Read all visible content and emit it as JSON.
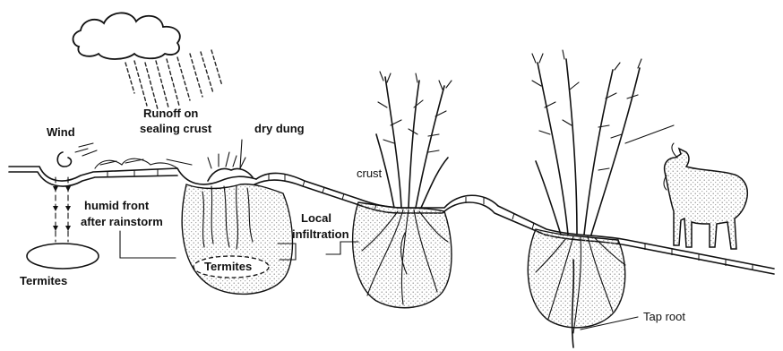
{
  "labels": {
    "wind": "Wind",
    "runoff_line1": "Runoff on",
    "runoff_line2": "sealing crust",
    "dry_dung": "dry dung",
    "crust": "crust",
    "humid_line1": "humid front",
    "humid_line2": "after rainstorm",
    "termites_left": "Termites",
    "termites_pit": "Termites",
    "local_line1": "Local",
    "local_line2": "infiltration",
    "tap_root": "Tap root"
  },
  "icons": [
    "rain-cloud-icon",
    "wind-swirl-icon",
    "goat-icon"
  ],
  "colors": {
    "ink": "#111111",
    "stipple": "#9a9a9a",
    "background": "#ffffff"
  }
}
